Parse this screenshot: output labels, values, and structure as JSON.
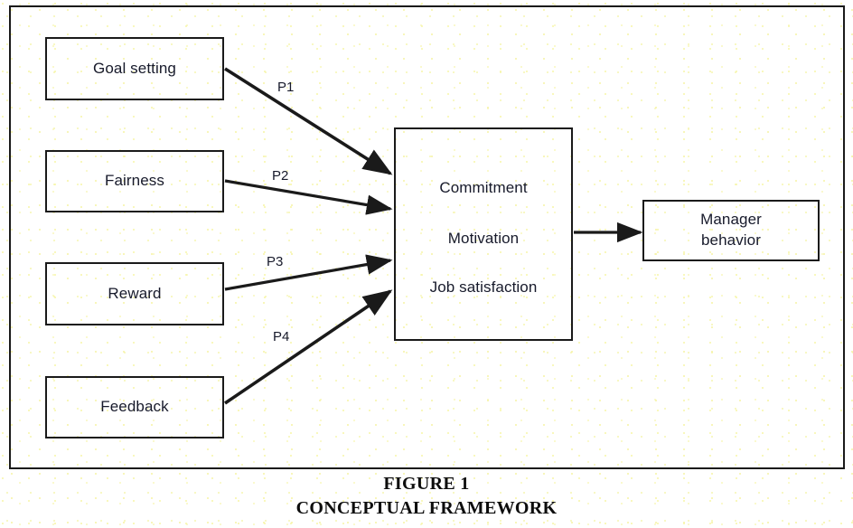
{
  "figure": {
    "caption_title": "FIGURE 1",
    "caption_subtitle": "CONCEPTUAL FRAMEWORK"
  },
  "diagram": {
    "type": "conceptual-framework-flow",
    "antecedent_nodes": [
      {
        "id": "goal-setting",
        "label": "Goal setting"
      },
      {
        "id": "fairness",
        "label": "Fairness"
      },
      {
        "id": "reward",
        "label": "Reward"
      },
      {
        "id": "feedback",
        "label": "Feedback"
      }
    ],
    "mediator_node": {
      "id": "mediator",
      "lines": [
        "Commitment",
        "Motivation",
        "Job satisfaction"
      ]
    },
    "outcome_node": {
      "id": "manager-behavior",
      "line1": "Manager",
      "line2": "behavior"
    },
    "propositions": [
      {
        "id": "p1",
        "label": "P1",
        "from": "goal-setting",
        "to": "mediator"
      },
      {
        "id": "p2",
        "label": "P2",
        "from": "fairness",
        "to": "mediator"
      },
      {
        "id": "p3",
        "label": "P3",
        "from": "reward",
        "to": "mediator"
      },
      {
        "id": "p4",
        "label": "P4",
        "from": "feedback",
        "to": "mediator"
      }
    ],
    "outcome_link": {
      "id": "mediator-to-outcome",
      "label": "",
      "from": "mediator",
      "to": "manager-behavior"
    },
    "colors": {
      "line": "#1a1a1a",
      "box_border": "#1a1a1a",
      "text": "#171a2b",
      "background": "#ffffff",
      "speckle": "#f0ed6e",
      "caption_text": "#0d0d0d"
    }
  }
}
